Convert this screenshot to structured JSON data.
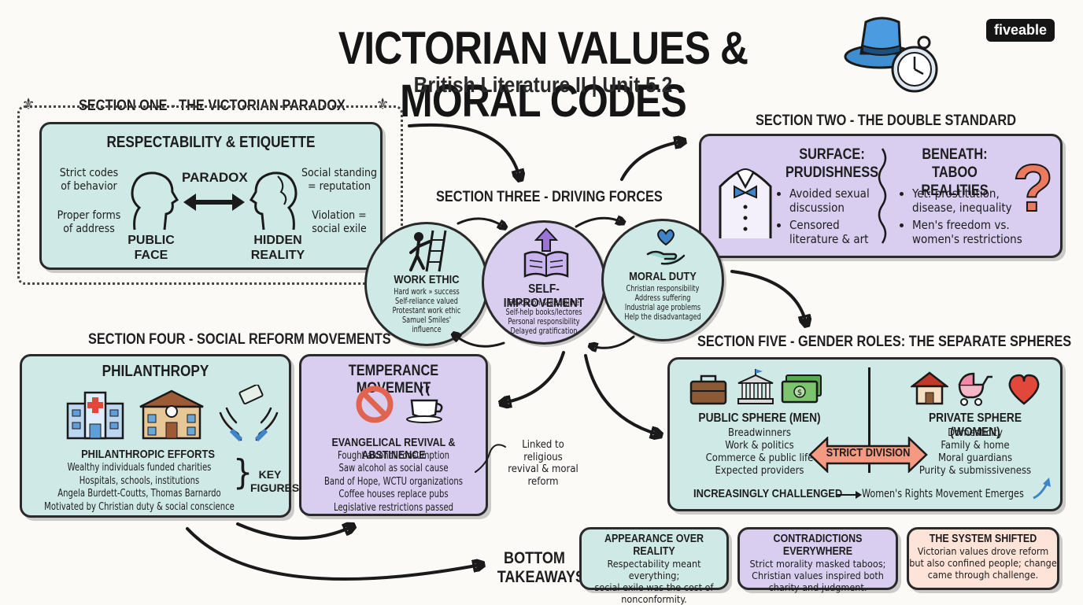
{
  "header": {
    "title": "VICTORIAN VALUES & MORAL CODES",
    "subtitle": "British Literature II | Unit 5.2",
    "brand": "fiveable"
  },
  "section_one": {
    "heading": "SECTION ONE - THE VICTORIAN PARADOX",
    "box_title": "RESPECTABILITY & ETIQUETTE",
    "left_top": [
      "Strict codes",
      "of behavior"
    ],
    "left_bottom": [
      "Proper forms",
      "of address"
    ],
    "paradox_label": "PARADOX",
    "public_face": [
      "PUBLIC",
      "FACE"
    ],
    "hidden_reality": [
      "HIDDEN",
      "REALITY"
    ],
    "right_top": [
      "Social standing",
      "= reputation"
    ],
    "right_bottom": [
      "Violation =",
      "social exile"
    ]
  },
  "section_two": {
    "heading": "SECTION TWO - THE DOUBLE STANDARD",
    "surface_title": [
      "SURFACE:",
      "PRUDISHNESS"
    ],
    "surface_items": [
      "Avoided sexual discussion",
      "Censored literature & art"
    ],
    "beneath_title": [
      "BENEATH:",
      "TABOO REALITIES"
    ],
    "beneath_items": [
      "Yet: prostitution, disease, inequality",
      "Men's freedom vs. women's restrictions"
    ]
  },
  "section_three": {
    "heading": "SECTION THREE - DRIVING FORCES",
    "work_ethic": {
      "title": "WORK ETHIC",
      "lines": [
        "Hard work » success",
        "Self-reliance valued",
        "Protestant work ethic",
        "Samuel Smiles'",
        "influence"
      ]
    },
    "self_improvement": {
      "title": "SELF-IMPROVEMENT",
      "lines": [
        "Education & discipline",
        "Self-help books/lectores",
        "Personal responsibility",
        "Delayed gratification"
      ]
    },
    "moral_duty": {
      "title": "MORAL DUTY",
      "lines": [
        "Christian responsibility",
        "Address suffering",
        "Industrial age problems",
        "Help the disadvantaged"
      ]
    }
  },
  "section_four": {
    "heading": "SECTION FOUR - SOCIAL REFORM MOVEMENTS",
    "philanthropy": {
      "title": "PHILANTHROPY",
      "subtitle": "PHILANTHROPIC EFFORTS",
      "lines": [
        "Wealthy individuals funded charities",
        "Hospitals, schools, institutions",
        "Angela Burdett-Coutts, Thomas Barnardo",
        "Motivated by Christian duty & social conscience"
      ],
      "key_figures": [
        "KEY",
        "FIGURES"
      ]
    },
    "temperance": {
      "title": "TEMPERANCE MOVEMENT",
      "subtitle": "EVANGELICAL REVIVAL & ABSTINENCE",
      "lines": [
        "Fought alcohol consumption",
        "Saw alcohol as social cause",
        "Band of Hope, WCTU organizations",
        "Coffee houses replace pubs",
        "Legislative restrictions passed"
      ],
      "note": [
        "Linked to",
        "religious",
        "revival & moral",
        "reform"
      ]
    }
  },
  "section_five": {
    "heading": "SECTION FIVE - GENDER ROLES: THE SEPARATE SPHERES",
    "public": {
      "title": "PUBLIC SPHERE (MEN)",
      "lines": [
        "Breadwinners",
        "Work & politics",
        "Commerce & public life",
        "Expected providers"
      ]
    },
    "private": {
      "title": "PRIVATE SPHERE (WOMEN)",
      "lines": [
        "Domesticity",
        "Family & home",
        "Moral guardians",
        "Purity & submissiveness"
      ]
    },
    "division": "STRICT DIVISION",
    "challenged_left": "INCREASINGLY CHALLENGED",
    "challenged_right": "Women's Rights Movement Emerges"
  },
  "takeaways": {
    "label": [
      "BOTTOM",
      "TAKEAWAYS"
    ],
    "cards": [
      {
        "title": "APPEARANCE OVER REALITY",
        "lines": [
          "Respectability meant everything;",
          "social exile was the cost of",
          "nonconformity."
        ]
      },
      {
        "title": "CONTRADICTIONS EVERYWHERE",
        "lines": [
          "Strict morality masked taboos;",
          "Christian values inspired both",
          "charity and judgment."
        ]
      },
      {
        "title": "THE SYSTEM SHIFTED",
        "lines": [
          "Victorian values drove reform",
          "but also confined people; change",
          "came through challenge."
        ]
      }
    ]
  },
  "colors": {
    "teal": "#cfe9e7",
    "lavender": "#d9cdf0",
    "peach": "#fde3d8",
    "ink": "#1a1a1a",
    "accent_red": "#e8644f"
  }
}
